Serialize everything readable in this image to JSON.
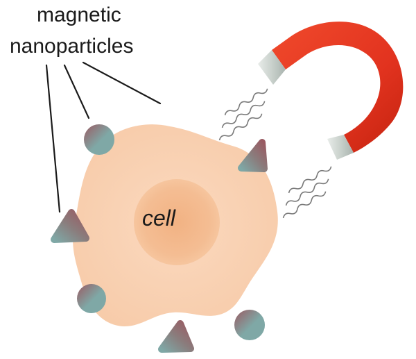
{
  "labels": {
    "title_line_1": "magnetic",
    "title_line_2": "nanoparticles",
    "cell": "cell"
  },
  "colors": {
    "cell_body": "#fad3b6",
    "cell_nucleus": "#f3b98c",
    "particle_teal": "#7fa8a6",
    "particle_mauve": "#9a5a62",
    "magnet_red": "#e2331f",
    "magnet_tip": "#c9d1cc",
    "line": "#1a1a1a",
    "field_wave": "#7a7a7a"
  },
  "icons": {
    "magnet": "horseshoe-magnet-icon",
    "particle_shapes": [
      "circle",
      "triangle",
      "cross"
    ]
  }
}
